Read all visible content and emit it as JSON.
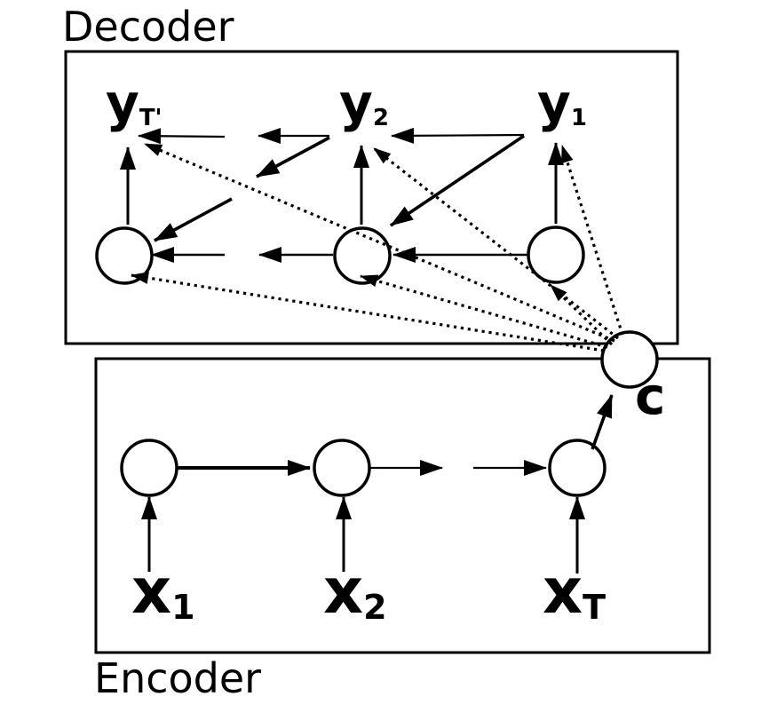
{
  "figure": {
    "decoder": {
      "label": "Decoder",
      "outputs": [
        {
          "base": "y",
          "sub": "T'"
        },
        {
          "base": "y",
          "sub": "2"
        },
        {
          "base": "y",
          "sub": "1"
        }
      ]
    },
    "encoder": {
      "label": "Encoder",
      "inputs": [
        {
          "base": "x",
          "sub": "1"
        },
        {
          "base": "x",
          "sub": "2"
        },
        {
          "base": "x",
          "sub": "T"
        }
      ]
    },
    "context": {
      "label": "c"
    },
    "colors": {
      "ink": "#000000",
      "background": "#ffffff"
    }
  }
}
